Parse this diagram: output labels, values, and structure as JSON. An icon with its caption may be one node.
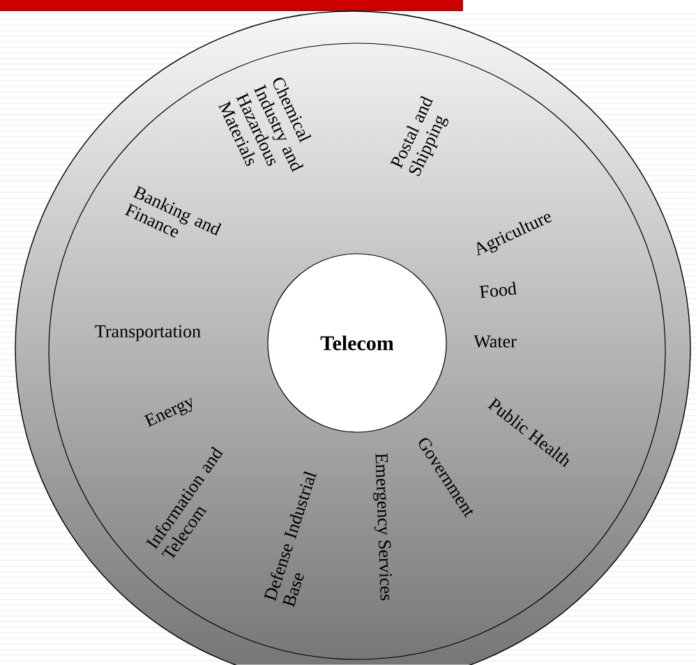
{
  "diagram": {
    "nodes": [
      {
        "text": [],
        "shape": "circle"
      },
      {
        "text": [
          "Chemical Industry and Hazardous Materials",
          "Postal and Shipping",
          "Banking and Finance",
          "Agriculture",
          "Food",
          "Transportation",
          "Water",
          "Energy",
          "Public Health",
          "Information and Telecom",
          "Government",
          "Defense Industrial Base",
          "Emergency Services"
        ],
        "in": 0
      },
      {
        "text": [
          "Telecom"
        ],
        "in": 1
      }
    ]
  }
}
